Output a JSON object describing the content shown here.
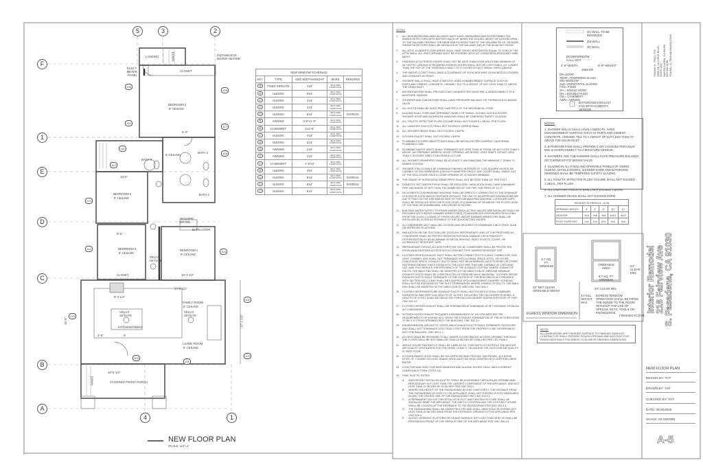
{
  "plan": {
    "title": "NEW FLOOR PLAN",
    "scale": "SCALE: 1/4\"=1'",
    "grid_top": [
      "5",
      "3",
      "2"
    ],
    "grid_bottom": [
      "4",
      "1"
    ],
    "grid_left": [
      "F",
      "1",
      "E",
      "D",
      "C",
      "B",
      "A"
    ],
    "rooms": {
      "bedroom2": "BEDROOM 2",
      "bedroom2_ceiling": "8' CEILING",
      "bedroom3": "BEDROOM 3",
      "bedroom3_ceiling": "8' CEILING",
      "bedroom4": "BEDROOM 4",
      "bedroom4_ceiling": "8' CEILING",
      "bedroom1": "BEDROOM 1",
      "bedroom1_ceiling": "8' CEILING",
      "bath1": "BATH 1",
      "bath2": "BATH 2",
      "bath3": "BATH 3",
      "hall_ceiling": "8' CEILING",
      "family": "FAMILY ROOM",
      "family_ceiling": "8' CEILING",
      "living": "LIVING ROOM",
      "living_ceiling": "8' CEILING",
      "kitchen": "KITCHEN/DINING",
      "porch": "COVERED FRONT PORCH",
      "landing": "LANDING",
      "closet": "CLOSET",
      "washer": "WASHER/ DRYER",
      "barn_door": "BARN DOOR",
      "skylite": "VELUX SKYLITE",
      "meter": "ELECT. METER PANEL",
      "water_heater": "(N)TANKLESS WATER HEATER",
      "down": "DOWN"
    },
    "dims": {
      "d1": "6'-0\"",
      "d2": "10'-5\"",
      "d3": "9'-5\"",
      "d4": "10'-3 1/2\"",
      "d5": "17'-0 1/2\"",
      "d6": "9'-3 1/2\"",
      "d7": "5'",
      "d8": "3'-6\"",
      "d9": "10'-8 1/2\"",
      "d10": "17'-1 1/2\"",
      "d11": "16'-6\""
    },
    "window_tags": [
      "106",
      "110",
      "108",
      "107",
      "108",
      "111",
      "112",
      "113",
      "114",
      "104",
      "115",
      "102",
      "103",
      "100",
      "101"
    ]
  },
  "window_schedule": {
    "title": "NEW WINDOW SCHEDULE",
    "headers": [
      "KEY",
      "TYPE",
      "SIZE WIDTHxHEIGHT",
      "MAKE",
      "REMARKS"
    ],
    "rows": [
      [
        "100",
        "FIXED SIDELITE",
        "1'x3'",
        "JELD-WEN COMPOSITE",
        ""
      ],
      [
        "101",
        "SLIDING",
        "6'x3'",
        "JELD-WEN COMPOSITE",
        ""
      ],
      [
        "102",
        "SLIDING",
        "3'x3'",
        "JELD-WEN COMPOSITE",
        ""
      ],
      [
        "103",
        "SLIDING",
        "3'x3'",
        "JELD-WEN COMPOSITE",
        ""
      ],
      [
        "104",
        "SLIDING",
        "6'x4'",
        "JELD-WEN COMPOSITE",
        "EGRESS"
      ],
      [
        "105",
        "AWNING",
        "2'-6\"x1'-6\"",
        "JELD-WEN COMPOSITE",
        ""
      ],
      [
        "106",
        "CASEMENT",
        "1'x2'-6\"",
        "JELD-WEN COMPOSITE",
        ""
      ],
      [
        "107",
        "SLIDING",
        "3'x3'",
        "JELD-WEN COMPOSITE",
        ""
      ],
      [
        "108",
        "SLIDING",
        "3'x3'",
        "JELD-WEN COMPOSITE",
        ""
      ],
      [
        "109",
        "AWNING",
        "2'x2'",
        "JELD-WEN COMPOSITE",
        ""
      ],
      [
        "110",
        "AWNING",
        "2'x2'",
        "JELD-WEN COMPOSITE",
        ""
      ],
      [
        "111",
        "CASEMENT",
        "1'-6\"x3'",
        "JELD-WEN COMPOSITE",
        ""
      ],
      [
        "112",
        "SLIDING",
        "4'x4'",
        "JELD-WEN COMPOSITE",
        ""
      ],
      [
        "113",
        "SLIDING",
        "6'x4'",
        "JELD-WEN COMPOSITE",
        "EGRESS"
      ],
      [
        "114",
        "SLIDING",
        "6'x4'",
        "JELD-WEN COMPOSITE",
        "EGRESS"
      ],
      [
        "115",
        "SLIDING",
        "5'x4'",
        "JELD-WEN COMPOSITE",
        ""
      ]
    ]
  },
  "general_notes": {
    "title": "NOTES:",
    "items": [
      "ALL NEW BEDROOMS AND HALLWAYS MUST HAVE HARDWIRED AND INTERCONNECTED SMOKE DETECTORS WITH BATTERY BACK UP. WHEN THE CEILING HEIGHT OF A ROOM OPEN TO THE HALLWAY SERVING THE BEDROOM EXCEEDS THAT OF THE HALLWAY BY 24\" OR MORE, SMOKE DETECTORS SHALL BE INSTALLED IN THE HALLWAY AND IN THE ADJACENT ROOM.",
      "ALL ATTIC & UNDER FLOOR AREAS SHALL HAVE CROSS VENTILATION EQUAL TO 1/150 OF THE ATTIC AREA. ALL VENT OPENING MUST BE COVERED WITH 1/4\" CORROSION-RESISTANT WIRE MESH.",
      "LANDINGS AT EXTERIOR DOORS SHALL NOT BE LESS THAN DOOR WIDTH AND MINIMUM OF 36\" DEPTH. LANDING AT REQUIRED EGRESS DOORS SHALL NOT BE LESS THAN 1-1/2\" LOWER THAN THE TOP OF THE THRESHOLD AND 7.75\" IF DOORS DO NOT SWING OVER LANDING.",
      "THE WATER CLOSET SHALL HAVE A CLEARANCE OF 30 INCHES WIDE (15 INCHES ON CENTER) AND 24 INCHES IN FRONT.",
      "SHOWER WALLS SHALL HAVE A SMOOTH, HARD NONABSORBENT SURFACE SUCH AS PORTLAND CEMENT, CONCRETE, CERAMIC TILE TO A HEIGHT OF NOT LESS THAN 72\" ABOVE THE DRAIN INLET.",
      "BATHROOM FANS SHALL PROVIDE 5 AIR CHANGES PER HOUR MIN. & INTERCONNECT TO A MOISTURE SENSOR.",
      "SHOWERS AND TUB-SHOWER SHALL HAVE PRESSURE BALANCE OR THERMOSTATIC MIXING VALVE.",
      "ALL DUCTS SHALL BE SIZED PER CHAPTER 6 OF THE MECHANICAL CODE.",
      "GLAZING IN ALL FIXED AND OPERABLE PANELS OF SWING, SLIDING, BI-FOLD DOORS, SHOWER DOOR AND BATHROOM WINDOWS SHALL BE TEMPERED SAFETY GLAZING.",
      "ALL TOILETS: EFFECTIVE FLUSH VOLUME SHALL NOT EXCEED 1.28GAL. PER FLUSH.",
      "ALL LAVATORY FAUCETS SHALL NOT EXCEED 1.2GPM @ 60psi.",
      "ALL SHOWER HEADS SHALL NOT EXCEED 1.8GPM.",
      "KITCHEN FAUCET SHALL NOT EXCEED 1.8GPM.",
      "PLUMBING FIXTURES AND FITTINGS SHALL BE INSTALLED PER CURRENT CALIFORNIA PLUMBING CODE.",
      "PLUMBING WASTE VENTS SHALL TERMINATE NOT LESS THAN 10' FROM, OR NOT LESS THAN 3' ABOVE, AN OPERABLE WINDOW, DOOR, OPENING, AIR INTAKE, VENT SHAFT, OR NOT LESS THAN 3' IN EVERY DIRECTION FROM A LOT LINE.",
      "ALL SHOWER DRAINPIPES SHALL BE AT LEAST 2\" AND MAINTAIN THE MINIMUM 2\" DRAIN TO SEWER SYSTEM.",
      "SHOWER STALLS SHALL BE A MINIMUM FINISHED INTERIOR OF 1,024 SQUARE INCHES, BE CAPABLE OF ENCOMPASSING A 30-INCH DIAMETER CIRCLE. ANY DOORS SHALL SWING OUT OF THE ENCLOSURE HAVE A CLEAR OPENING OF 22 INCHES MINIMUM.",
      "THE GRADE OF HORIZONTAL DRAIN PIPES SHALL NOT BE LESS THAN 1/4\" PER FOOT.",
      "DOMESTIC HOT WATER PIPING SHALL BE INSULATED. INSULATION SHALL HAVE A MINIMUM PIPE THICKNESS OF NOT THAN THE DIAMETER OF THE PIPE FOR PIPES UP TO 2\".",
      "NO DOMESTIC DISHWASHING MACHINE SHALL BE DIRECTLY CONNECTED TO THE DRAINAGE SYSTEM OR FOOD WASTE DISPOSER WITHOUT THE USE OF AN APPROVED DISHWASHER AIR GAP FITTING ON THE DISCHARGE SIDE OF THE DISHWASHING MACHINE. LISTED AIR GAPS SHALL BE INSTALLED WITH THE FLOOD-LEVEL (FL) MARKING AT OR ABOVE THE FLOOD LEVEL OF THE SINK OR DRAINBOARD, WHICHEVER IS HIGHER.",
      "BUILDING WATER SUPPLY SYSTEMS WHERE QUICK-ACTING VALVES ARE INSTALLED SHALL BE PROVIDED WITH WATER HAMMER ARRESTOR(S) TO ABSORB HIGH PRESSURES RESULTING FROM THE QUICK CLOSING OF THESE VALVES. WATER HAMMER ARRESTORS SHALL BE INSTALLED AS CLOSE AS POSSIBLE TO THE QUICK-ACTING VALVES.",
      "AC CONDENSER UNIT SHALL BE LOCATED AND SECURED TO A MINIMUM 3-INCH THICK SLAB OR APPROVED PLATFORM.",
      "INSULATION ON THE SUCTION LINE (COOLING REFRIGERANT LINE) OF THE PROPOSED AC CONDENSER SHALL BE PROTECTED FROM PHYSICAL DAMAGE OR ULTRAVIOLET DETERIORATION BY AN ALUMINUM OR METAL SHROUD, PAINT, PLASTIC COVER, OR ULTRAVIOLET RESISTANT TAPE.",
      "REFRIGERANT CIRCUIT ACCESS PORT FOR THE AC CONDENSER SHALL BE PROTECTED FROM UNAUTHORIZED ACCESS WITH A LOCKING-TYPE TAMPER RESISTANT CAP.",
      "CLOTHES DRYER EXHAUST DUCT SHALL NOT BE CONNECTED TO A VENT CONNECTOR, GAS VENT, CHIMNEY, AND SHALL NOT TERMINATE INTO A CRAWL SPACE, ATTIC, OR OTHER CONCEALED SPACE. EXHAUST DUCTS SHALL NOT BE ASSEMBLED WITH SCREWS OR OTHER FASTENING MEANS THAT EXTEND INTO THE DUCT AND THAT ARE CAPABLE OF CATCHING LINT, AND THAT REDUCE THE EFFICIENCY OF THE EXHAUST SYSTEM. WHERE JOINING OF DUCTS, THE MALE END SHALL BE INSERTED IN THE DIRECTION OF AIRFLOW. MINIMUM EXHAUST DUCTS SHALL BE CONSTRUCTED OF RIGID METALLIC MATERIAL. CLOTHES DRYER EXHAUST DUCTS SHALL TERMINATE TO THE OUTSIDE OF THE BUILDING IN ACCORDANCE WITH SECTION 502.2.1 AND SHALL BE EQUIPPED WITH A BACKDRAFT DAMPER. SCREENS SHALL NOT BE INSTALLED AT THE DUCT TERMINATION. WHERE JOINING OF DUCTS, THE MALE END SHALL BE INSERTED IN THE DIRECTION OF AIRFLOW. CMC 504.4",
      "CLOTHES DRYER MOISTURE EXHAUST DUCTS SHALL NOT EXCEED A TOTAL COMBINED HORIZONTAL AND VERTICAL LENGTH OF 14 FEET, INCLUDING TWO 90-DEGREE ELBOWS. A LENGTH OF 2 FEET SHALL BE DEDUCTED FOR EACH 90-DEGREE ELBOW IN EXCESS OF TWO. CMC 504.4.2.",
      "CLOTHES DRYER EXHAUST SHALL BE TERMINATED AT A MINIMUM OF 5FT DISTANCE FROM AN AC CONDENSER.",
      "KITCHEN HOOD EXHAUST REQUIRES A MINIMUM RATE OF 100 CFM MEETING THE REQUIREMENTS OF ASHRAE 62.2. SHOW THE EXHAUST TERMINATION OF THE KITCHEN HOOD TO BE 3'-0\" FROM OPENINGS INTO THE BUILDING. CMC 502.2.1.",
      "ENVIRONMENTAL AIR DUCTS, VENTS, AND EXHAUST DUCTS SHALL TERMINATE OUTDOORS AND SHALL NOT TERMINATE LESS THAN 3 FEET FROM THE PROPERTY LINE OR OPENINGS INTO THE BUILDING. CMC 502.2.1.",
      "ACCESS SHALL BE PROVIDED TO ALL UNDER-FLOOR SPACES. ACCESS OPENING THROUGH THE FLOOR SHALL BE NOT SMALLER THAN 18 INCHES BY 24INCHES PER CRC R408.4.",
      "WHOLE HOUSE FAN SWITCH SHALL BE LABELED AS \"THIS SWITCH CONTROLS THE INDOOR AIR QUALITY VENTILATION FOR THE HOME. LEAVE IT ON UNLESS THE OUTDOOR AIR QUALITY IS VERY POOR\".",
      "KITCHEN RANGE HOOD SHALL BE HVI-CERTIFIED AND PROVIDE 100CFM MIN. @ A NOISE LEVEL OF 3 SONES OR LESS. RANGE HOOD MUST BE FIELD VERIFIED BY A CERTIFIED HERS RATER.",
      "U-FACTOR AND SHGC FOR NEW WINDOWS AND SLIDING DOORS SHALL MATCH ENERGY COMPLIANCE FORM. (TITLE 24).",
      "HVAC IN ATTIC NOTES:"
    ],
    "hvac_sub": [
      [
        "A.",
        "INDOOR UNIT INSTALLED IN ATTIC SHALL BE ACCESSIBLE THROUGH AN OPENING AND PASSAGEWAY NOT LESS THAN THE LARGEST COMPONENT OF THE APPLIANCE, AND NOT LESS THAN 22 INCHES BY 30 INCHES PER CMC 304.4."
      ],
      [
        "B.",
        "WHERE THE HEIGHT OF THE PASSAGEWAY IS LESS THAN 6 FEET, THE DISTANCE FROM THE PASSAGEWAY ACCESS TO THE APPLIANCE SHALL NOT EXCEED 20 FEET MEASURED ALONG THE CENTER LINE OF THE PASSAGEWAY PER CMC 304.4.1"
      ],
      [
        "C.",
        "A PERMANENT 120-VOLT RECEPTACLE OUTLET AND LIGHTING FIXTURE SHALL BE INSTALLED NEAR THE APPLIANCE. THE SWITCH CONTROLLING THE LIGHTING FIXTURE SHALL BE LOCATED AT THE ENTRANCE TO THE PASSAGEWAY PER CMC 304.4.4."
      ],
      [
        "D.",
        "THE PASSAGEWAY SHALL BE UNOBSTRUCTED AND SHALL HAVE SOLID FLOORING NOT LESS THAN 24 INCHES WIDE FROM THE ENTRANCE OPENING TO THE APPLIANCE PER CMC 304.4."
      ],
      [
        "E.",
        "A LEVEL WORKING PLATFORM OR GRADE SURFACE NOT LESS THAN 30 BY 30 SHALL BE PROVIDED IN FRONT OF THE SERVICE SIDE OF THE APPLIANCE PER CMC 304.4.3."
      ]
    ]
  },
  "legend": {
    "items": [
      "(E) WALL TO BE REMOVED",
      "(N) WALL",
      "(E) WALL"
    ],
    "callout_title": "DOOR/WINDOW CALL-OUT",
    "callout_width": "2'-6\"-WIDTH",
    "callout_height": "6'-8\"-HEIGHT",
    "callout_code": "2668 DR",
    "abbrevs": [
      "DR=DOOR",
      "TEMP.=TEMPERED GLASS",
      "WD=WINDOW",
      "SLD=HORIZONTAL SLIDING",
      "FXD= FIXED",
      "SH = SINGLE HUNG",
      "DH = DOUBLE HUNG",
      "CM = CASEMENT",
      "AWN= AWNING"
    ],
    "fan": "BATHROOM EXHAUST FAN WITH HUMIDITY SENSOR"
  },
  "notes2": {
    "title": "NOTES:",
    "items": [
      "1. SHOWER WALLS SHALL HAVE A SMOOTH, HARD NONABSORBENT SURFACE SUCH AS PORTLAND CEMENT, CONCRETE, CERAMIC TILE TO A HEIGHT OF NOT LESS THAN 72\" ABOVE THE DRAIN INLET.",
      "2. BATHROOM FANS SHALL PROVIDE 5 AIR CHANGES PER HOUR MIN. & INTERCONNECT TO A MOISTURE SENSOR.",
      "3. SHOWERS AND TUB-SHOWER SHALL HAVE PRESSURE BALANCE OR THERMOSTATIC MIXING VALVE.",
      "4. GLAZING IN ALL FIXED AND OPERABLE PANELS OF SWING, SLIDING, BI-FOLD DOORS, SHOWER DOOR AND BATHROOM WINDOWS SHALL BE TEMPERED SAFETY GLAZING.",
      "5. ALL TOILETS: EFFECTIVE FLUSH VOLUME SHALL NOT EXCEED 1.28GAL. PER FLUSH.",
      "6. ALL LAVATORY FAUCETS SHALL NOT EXCEED 1.5GPM.",
      "7. ALL SHOWER HEADS SHALL NOT EXCEED 2GPM."
    ]
  },
  "header_schedule": {
    "title": "HEADER SCHEDULE -UON",
    "rows": [
      [
        "OPENING WIDTH",
        "4'",
        "6'",
        "8'",
        "10'",
        "12'"
      ],
      [
        "HEADER",
        "4x4",
        "4x6",
        "4x8",
        "4x10",
        "4x12"
      ],
      [
        "POST SUPPORT",
        "2x4",
        "2x4",
        "2x4",
        "3x4",
        "3x4"
      ]
    ]
  },
  "egress": {
    "title": "EGRESS WINDOW DIMENSION",
    "left_area": "5.7 SQ. FT. MINIMUM",
    "left_width": "20\" NET CLEAR OPENABLE WIDTH",
    "operable": "OPERABLE AREA",
    "right_area": "5.7 SQ. FT. MINIMUM",
    "clear_height": "24\" CLEAR MIN.",
    "clear_width": "34\" CLEAR MIN.",
    "sill": "44\"SILL HEIGHT MAX.",
    "operation": "EGRESS WINDOW OPERATION SHALL BE FROM THE INSIDE TO THE ROOM WITHOUT THE USE OF SPECIAL KEYS, TOOLS OR KNOWLEDGE.",
    "floor": "FINISHED FLOOR"
  },
  "dim_note": {
    "title": "NOTE:",
    "text": "ALL DIMENSIONS ARE FINISHED SURFACE TO FINISHED SURFACE. CONTRACTOR SHALL PROVIDE ROUGH OPENING AND ACCOUNT FOR FINISH MATERIALS THICKNESS TO ACHIEVE FINISHED DIMENSIONS."
  },
  "title_block": {
    "engineer": [
      "YOUNG H. TRAN, P.E.",
      "3150 DE LA CRUZ BLVD, SUITE 200",
      "SANTA CLARA, CA 95050",
      "650.346.1168",
      "YOUNG_H_TRAN@YAHOO.COM"
    ],
    "project": [
      "Interior Remodel",
      "216 Fairview Ave",
      "S. Pasadena, CA 91030"
    ],
    "sheet_title": "NEW FLOOR PLAN",
    "design_by": "DESIGN BY:   YHT",
    "drawn_by": "DRAWN BY:   YHT",
    "checked_by": "CHECKED BY:   YHT",
    "date": "DATE:   06/18/2025",
    "scale": "SCALE:  AS SHOWN",
    "sheet": "A-5"
  }
}
